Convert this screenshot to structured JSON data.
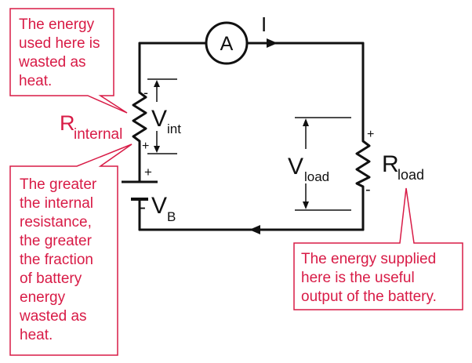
{
  "colors": {
    "callout": "#d81b46",
    "wire": "#111111",
    "background": "#ffffff"
  },
  "ammeter": {
    "symbol": "A"
  },
  "current": {
    "symbol": "I"
  },
  "internal_resistor": {
    "main": "R",
    "sub": "internal"
  },
  "load_resistor": {
    "main": "R",
    "sub": "load"
  },
  "v_int": {
    "main": "V",
    "sub": "int",
    "plus": "+",
    "minus": "-"
  },
  "v_load": {
    "main": "V",
    "sub": "load"
  },
  "battery": {
    "main": "V",
    "sub": "B",
    "plus": "+",
    "minus": "-"
  },
  "load_polarity": {
    "plus": "+",
    "minus": "-"
  },
  "callouts": {
    "top_left": [
      "The energy",
      "used here is",
      "wasted as",
      "heat."
    ],
    "bottom_left": [
      "The greater",
      "the internal",
      "resistance,",
      "the greater",
      "the fraction",
      "of battery",
      "energy",
      "wasted as",
      "heat."
    ],
    "bottom_right": [
      "The energy supplied",
      "here is the useful",
      "output of the battery."
    ]
  }
}
